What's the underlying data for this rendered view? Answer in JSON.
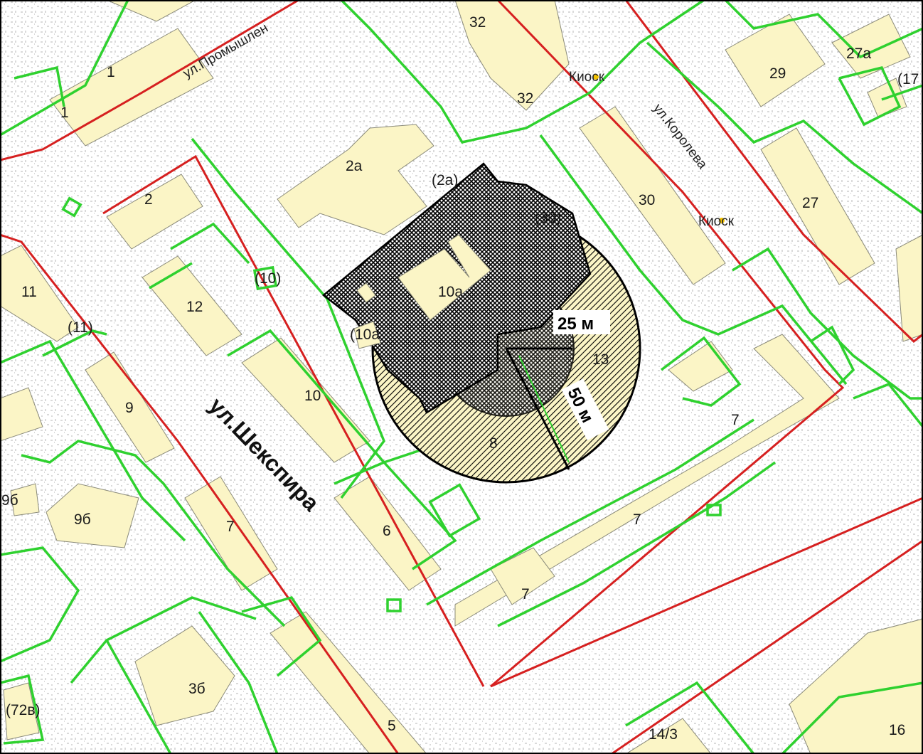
{
  "map": {
    "colors": {
      "building": "#fbf5c6",
      "parcel_border": "#2fd12f",
      "red_line": "#d62020",
      "hatch": "#000000",
      "kiosk_marker": "#f2c200"
    },
    "streets": {
      "promyshlennaya": "ул.Промышлен",
      "koroleva": "ул.Королева",
      "shekspira": "ул.Шекспира"
    },
    "building_labels": {
      "b1a": "1",
      "b1b": "1",
      "b2": "2",
      "b2a": "2а",
      "b2a_paren": "(2а)",
      "b32a": "32",
      "b32b": "32",
      "b29": "29",
      "b27a": "27а",
      "b17": "(17",
      "b30": "30",
      "b30_paren": "(30)",
      "b27": "27",
      "b11": "11",
      "b11_paren": "(11)",
      "b12": "12",
      "b10_paren": "(10)",
      "b10a": "10а",
      "b10a_paren": "(10а",
      "b10": "10",
      "b9": "9",
      "b96_paren": "9б",
      "b96": "9б",
      "b7a": "7",
      "b7b": "7",
      "b7c": "7",
      "b7d": "7",
      "b6": "6",
      "b8": "8",
      "b13": "13",
      "b36": "3б",
      "b5": "5",
      "b72v": "(72в)",
      "b14_3": "14/3",
      "b16": "16"
    },
    "kiosks": [
      "Киоск",
      "Киоск"
    ],
    "buffer_labels": {
      "inner": "25 м",
      "outer": "50 м"
    }
  }
}
